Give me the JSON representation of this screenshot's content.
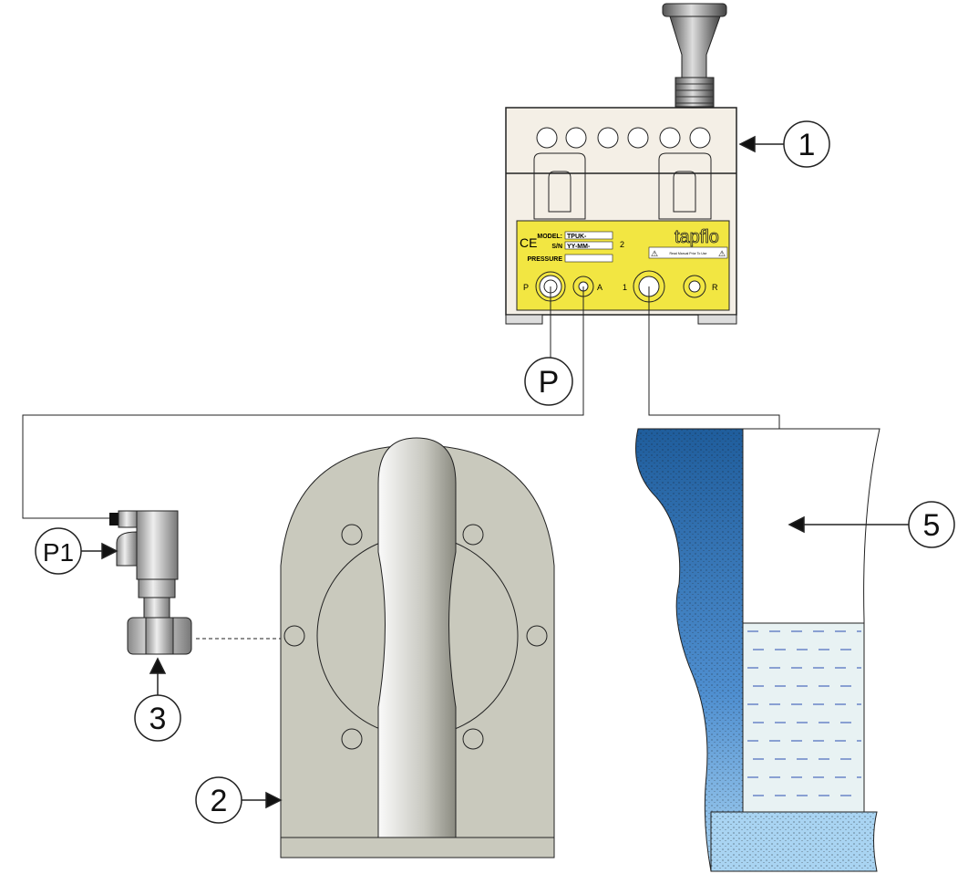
{
  "callouts": {
    "c1": "1",
    "c2": "2",
    "c3": "3",
    "c5": "5",
    "p": "P",
    "p1": "P1"
  },
  "label_plate": {
    "ce_mark": "CE",
    "model_label": "MODEL:",
    "model_value": "TPUK-",
    "sn_label": "S/N",
    "sn_value": "YY-MM-",
    "pressure_label": "PRESSURE",
    "pressure_value": "",
    "plate_number": "2",
    "brand": "tapflo",
    "warning": "Read Manual Prior To Use",
    "ports": {
      "p": "P",
      "a": "A",
      "one": "1",
      "r": "R"
    }
  },
  "colors": {
    "plate_yellow": "#f2e642",
    "housing": "#f4efe6",
    "pump_body": "#c9c9bd",
    "tank_blue": "#2f6fae",
    "water": "#e8f2f3"
  }
}
